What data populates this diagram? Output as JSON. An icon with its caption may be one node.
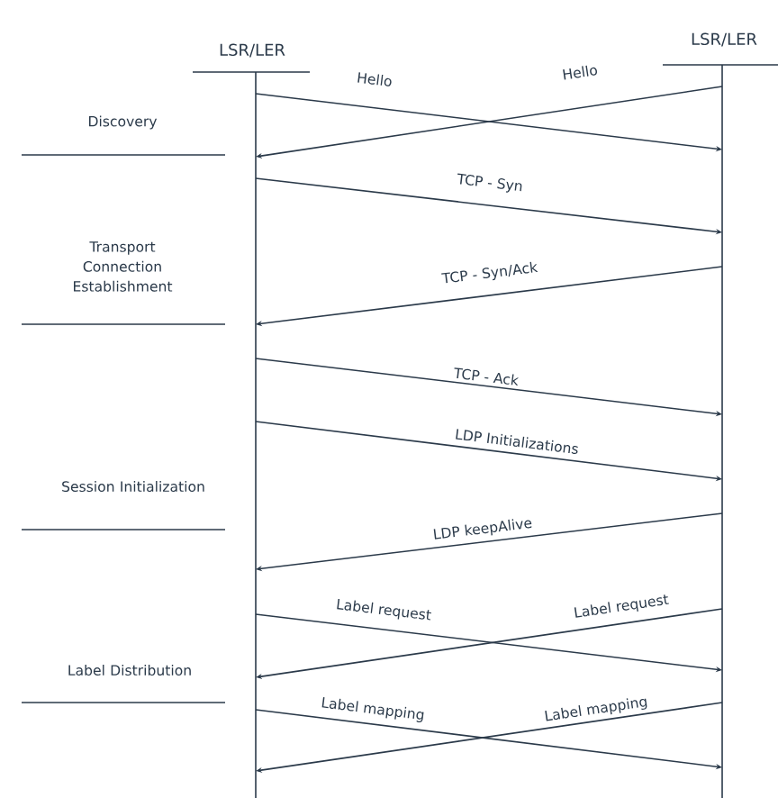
{
  "diagram": {
    "nodes": [
      {
        "text": [
          "LSR/LER"
        ]
      },
      {
        "text": [
          "LSR/LER"
        ]
      }
    ],
    "edges": [
      {
        "from": 0,
        "to": 1,
        "arrow": "to",
        "label": "Hello"
      },
      {
        "from": 1,
        "to": 0,
        "arrow": "to",
        "label": "Hello"
      },
      {
        "from": 0,
        "to": 1,
        "arrow": "to",
        "label": "TCP - Syn"
      },
      {
        "from": 1,
        "to": 0,
        "arrow": "to",
        "label": "TCP - Syn/Ack"
      },
      {
        "from": 0,
        "to": 1,
        "arrow": "to",
        "label": "TCP - Ack"
      },
      {
        "from": 0,
        "to": 1,
        "arrow": "to",
        "label": "LDP Initializations"
      },
      {
        "from": 1,
        "to": 0,
        "arrow": "to",
        "label": "LDP keepAlive"
      },
      {
        "from": 0,
        "to": 1,
        "arrow": "to",
        "label": "Label request"
      },
      {
        "from": 1,
        "to": 0,
        "arrow": "to",
        "label": "Label request"
      },
      {
        "from": 0,
        "to": 1,
        "arrow": "to",
        "label": "Label mapping"
      },
      {
        "from": 1,
        "to": 0,
        "arrow": "to",
        "label": "Label mapping"
      }
    ],
    "labels": [
      "Discovery",
      "Transport Connection Establishment",
      "Session Initialization",
      "Label Distribution"
    ]
  }
}
